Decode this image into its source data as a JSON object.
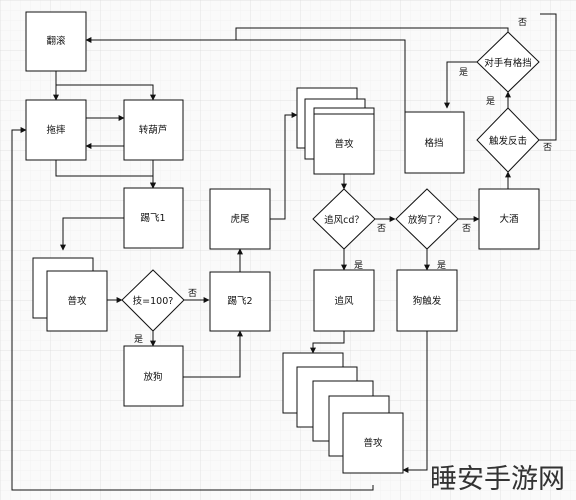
{
  "nodes": {
    "roll": "翻滚",
    "grab": "拖摔",
    "gourd": "转葫芦",
    "kick1": "踢飞1",
    "attack_left": "普攻",
    "cond_skill": "技=100?",
    "release_dog": "放狗",
    "kick2": "踢飞2",
    "tiger_tail": "虎尾",
    "attack_mid": "普攻",
    "cond_chase_cd": "追风cd？",
    "chase": "追风",
    "attack_bottom": "普攻",
    "cond_dog_released": "放狗了？",
    "dog_trigger": "狗触发",
    "big_wine": "大酒",
    "cond_counter": "触发反击",
    "block": "格挡",
    "cond_enemy_block": "对手有格挡"
  },
  "edge_labels": {
    "skill_yes": "是",
    "skill_no": "否",
    "chase_cd_yes": "是",
    "chase_cd_no": "否",
    "dog_yes": "是",
    "dog_no": "否",
    "counter_yes": "是",
    "counter_no": "否",
    "enemy_block_yes": "是",
    "enemy_block_no": "否"
  },
  "watermark": "睡安手游网"
}
